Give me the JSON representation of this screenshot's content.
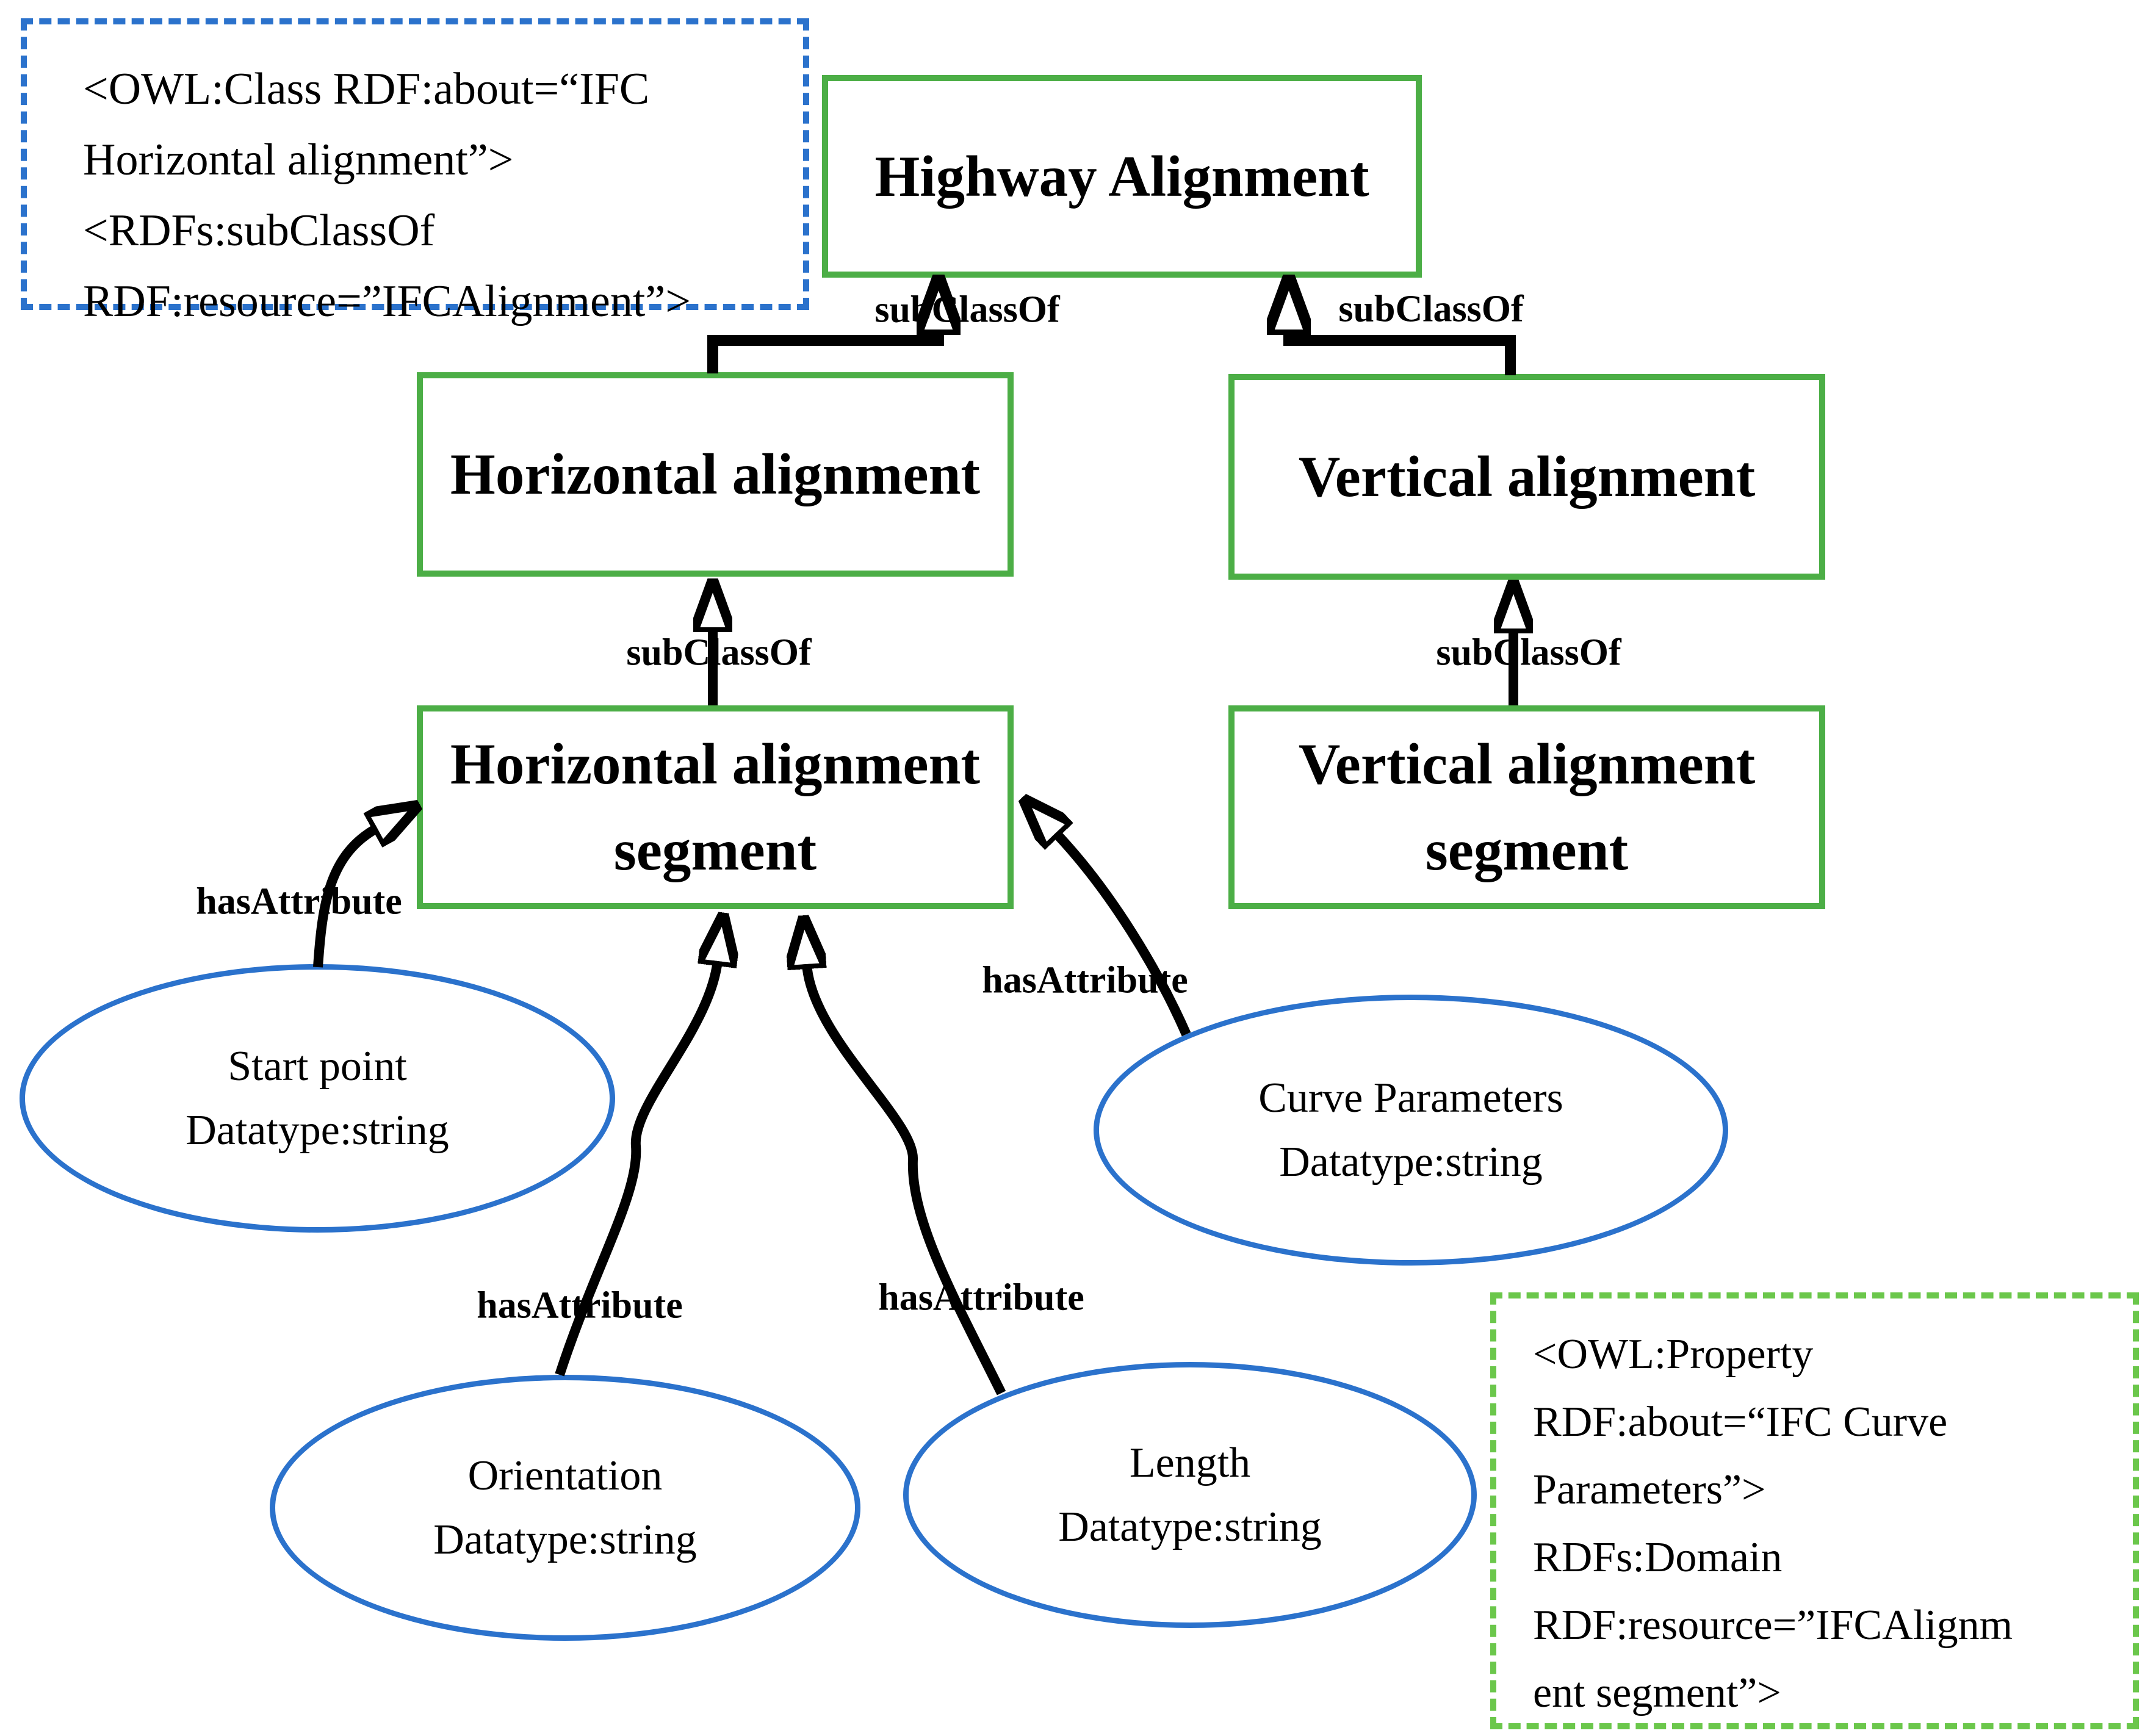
{
  "diagram": {
    "colors": {
      "class_border_green": "#4cae46",
      "annotation_green_dashed": "#6bc74b",
      "blue": "#2b72cc",
      "arrow_black": "#000000"
    },
    "classes": {
      "highway": "Highway Alignment",
      "horizontal": "Horizontal alignment",
      "vertical": "Vertical alignment",
      "horizontal_segment": "Horizontal alignment segment",
      "vertical_segment": "Vertical alignment segment"
    },
    "attributes": {
      "start_point": {
        "name": "Start point",
        "datatype": "Datatype:string"
      },
      "curve_parameters": {
        "name": "Curve Parameters",
        "datatype": "Datatype:string"
      },
      "orientation": {
        "name": "Orientation",
        "datatype": "Datatype:string"
      },
      "length": {
        "name": "Length",
        "datatype": "Datatype:string"
      }
    },
    "edge_labels": {
      "subclass_of": "subClassOf",
      "has_attribute": "hasAttribute"
    },
    "annotations": {
      "owl_class": "<OWL:Class RDF:about=“IFC\nHorizontal alignment”>\n<RDFs:subClassOf\nRDF:resource=”IFCAlignment”>",
      "owl_property": "<OWL:Property\nRDF:about=“IFC Curve\nParameters”>\nRDFs:Domain\nRDF:resource=”IFCAlignm\nent segment”>"
    }
  }
}
